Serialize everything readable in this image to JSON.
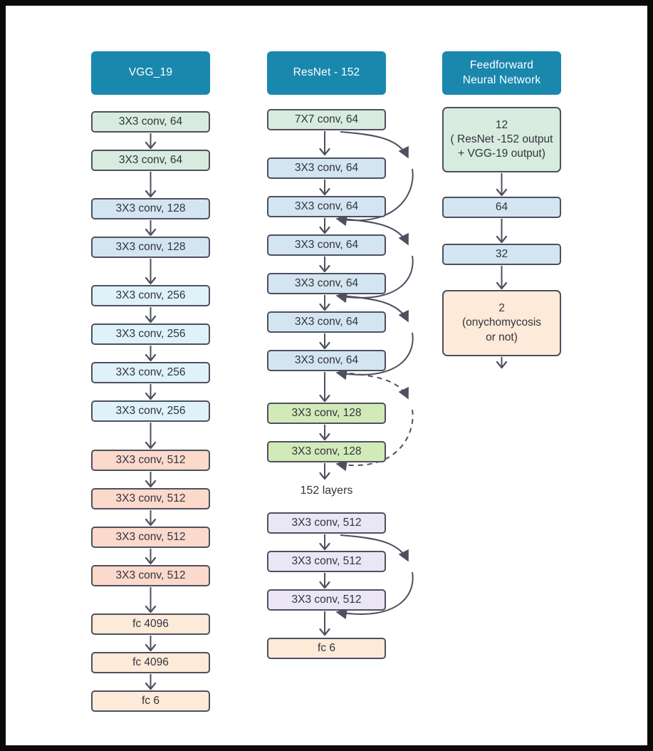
{
  "diagram": {
    "columns": [
      {
        "header": "VGG_19",
        "nodes": [
          "3X3 conv, 64",
          "3X3 conv, 64",
          "3X3 conv, 128",
          "3X3 conv, 128",
          "3X3 conv, 256",
          "3X3 conv, 256",
          "3X3 conv, 256",
          "3X3 conv, 256",
          "3X3 conv, 512",
          "3X3 conv, 512",
          "3X3 conv, 512",
          "3X3 conv, 512",
          "fc 4096",
          "fc 4096",
          "fc 6"
        ]
      },
      {
        "header": "ResNet - 152",
        "nodes": [
          "7X7 conv, 64",
          "3X3 conv, 64",
          "3X3 conv, 64",
          "3X3 conv, 64",
          "3X3 conv, 64",
          "3X3 conv, 64",
          "3X3 conv, 64",
          "3X3 conv, 128",
          "3X3 conv, 128",
          "3X3 conv, 512",
          "3X3 conv, 512",
          "3X3 conv, 512",
          "fc 6"
        ],
        "note": "152 layers"
      },
      {
        "header": "Feedforward\nNeural Network",
        "nodes": [
          "12\n( ResNet -152 output\n+ VGG-19 output)",
          "64",
          "32",
          "2\n(onychomycosis\nor not)"
        ]
      }
    ],
    "colors": {
      "header_bg": "#1a87ad",
      "mint": "#d8ebdf",
      "blue": "#d3e5f0",
      "cyan": "#dff2f9",
      "salmon": "#fbd9cb",
      "orange": "#fdead8",
      "green": "#d2eab8",
      "lavender": "#eae6f5",
      "stroke": "#4e505f",
      "text": "#33333e"
    }
  }
}
